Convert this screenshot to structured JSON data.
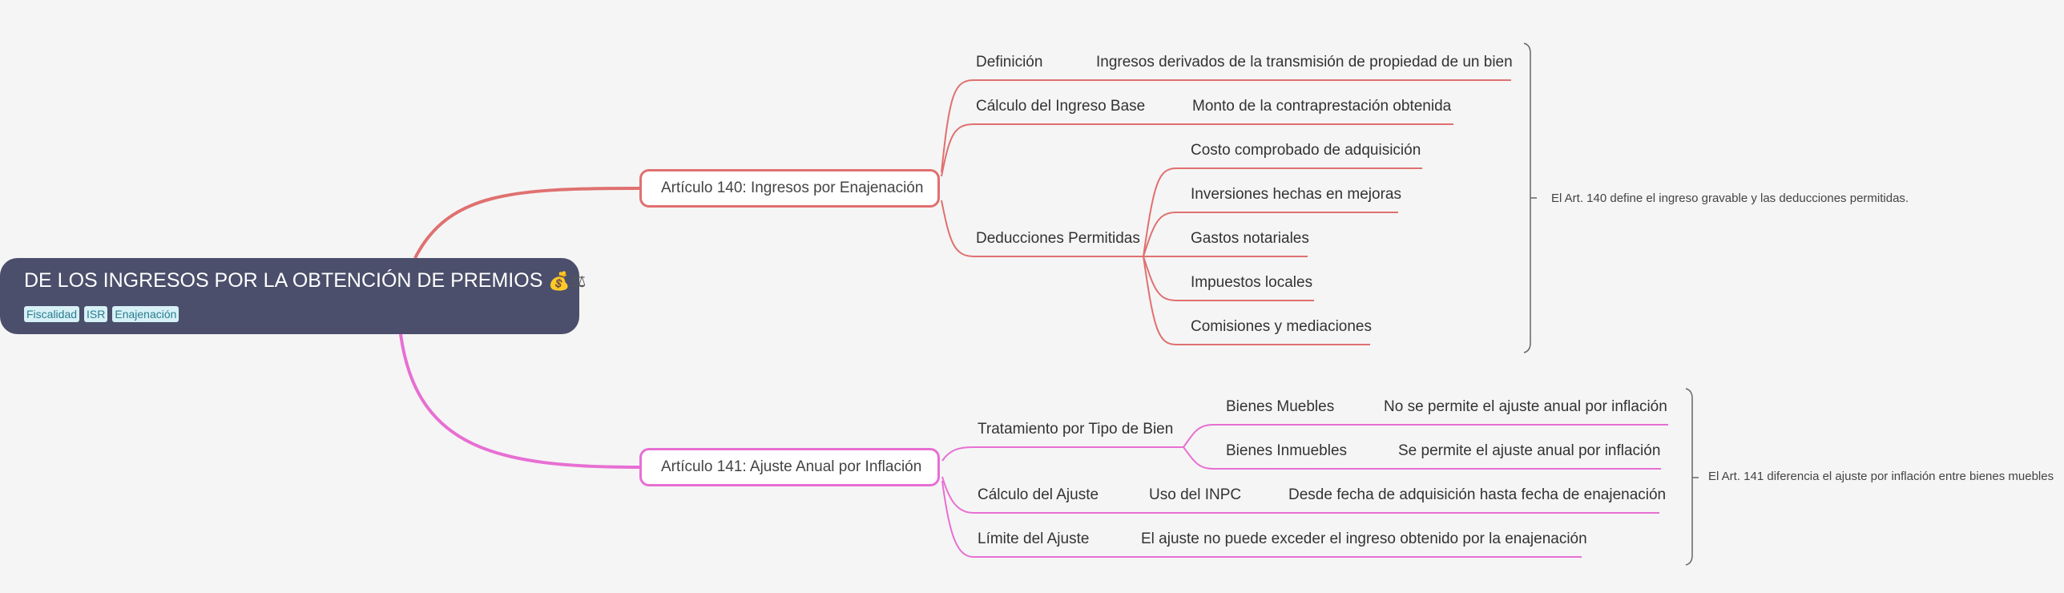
{
  "root": {
    "title": "DE LOS INGRESOS POR LA OBTENCIÓN DE PREMIOS",
    "icons": [
      "money-bag-icon",
      "scales-icon"
    ],
    "tags": [
      "Fiscalidad",
      "ISR",
      "Enajenación"
    ]
  },
  "art140": {
    "label": "Artículo 140: Ingresos por Enajenación",
    "color": "#e07070",
    "definicion": {
      "label": "Definición",
      "value": "Ingresos derivados de la transmisión de propiedad de un bien"
    },
    "calculo": {
      "label": "Cálculo del Ingreso Base",
      "value": "Monto de la contraprestación obtenida"
    },
    "deducciones": {
      "label": "Deducciones Permitidas",
      "items": [
        "Costo comprobado de adquisición",
        "Inversiones hechas en mejoras",
        "Gastos notariales",
        "Impuestos locales",
        "Comisiones y mediaciones"
      ]
    },
    "summary": "El Art. 140 define el ingreso gravable y las deducciones permitidas."
  },
  "art141": {
    "label": "Artículo 141: Ajuste Anual por Inflación",
    "color": "#e76fd3",
    "tratamiento": {
      "label": "Tratamiento por Tipo de Bien",
      "muebles": {
        "label": "Bienes Muebles",
        "value": "No se permite el ajuste anual por inflación"
      },
      "inmuebles": {
        "label": "Bienes Inmuebles",
        "value": "Se permite el ajuste anual por inflación"
      }
    },
    "calculo": {
      "label": "Cálculo del Ajuste",
      "mid": "Uso del INPC",
      "value": "Desde fecha de adquisición hasta fecha de enajenación"
    },
    "limite": {
      "label": "Límite del Ajuste",
      "value": "El ajuste no puede exceder el ingreso obtenido por la enajenación"
    },
    "summary": "El Art. 141 diferencia el ajuste por inflación entre bienes muebles"
  }
}
